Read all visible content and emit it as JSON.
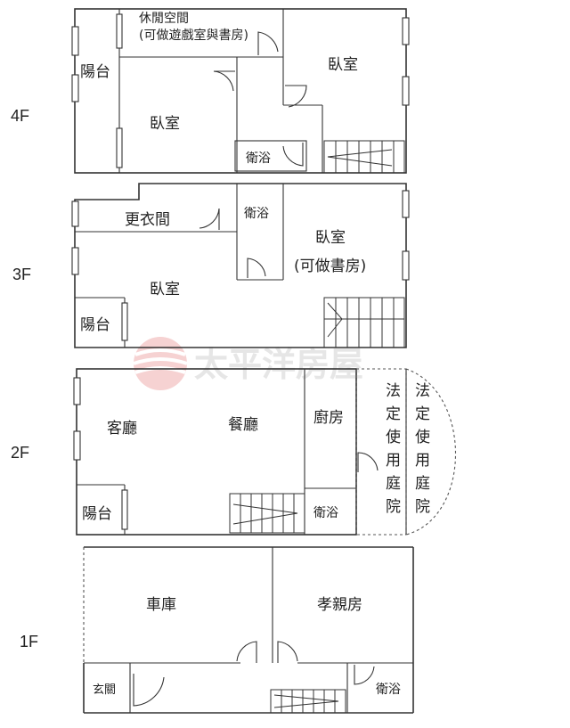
{
  "floors": {
    "f4": {
      "label": "4F",
      "rooms": {
        "leisure_line1": "休閒空間",
        "leisure_line2": "(可做遊戲室與書房)",
        "balcony": "陽台",
        "bedroom_left": "臥室",
        "bedroom_right": "臥室",
        "bathroom": "衛浴"
      }
    },
    "f3": {
      "label": "3F",
      "rooms": {
        "dressing": "更衣間",
        "bathroom": "衛浴",
        "bedroom_right_line1": "臥室",
        "bedroom_right_line2": "(可做書房)",
        "bedroom_left": "臥室",
        "balcony": "陽台"
      }
    },
    "f2": {
      "label": "2F",
      "rooms": {
        "living": "客廳",
        "dining": "餐廳",
        "kitchen": "廚房",
        "bathroom": "衛浴",
        "balcony": "陽台",
        "yard_chars": [
          "法",
          "定",
          "使",
          "用",
          "庭",
          "院"
        ]
      }
    },
    "f1": {
      "label": "1F",
      "rooms": {
        "garage": "車庫",
        "parents_room": "孝親房",
        "entrance": "玄關",
        "bathroom": "衛浴"
      }
    }
  },
  "watermark": {
    "text": "太平洋房屋",
    "logo_color": "#e8a0a0",
    "text_color": "#e6e6e6"
  }
}
